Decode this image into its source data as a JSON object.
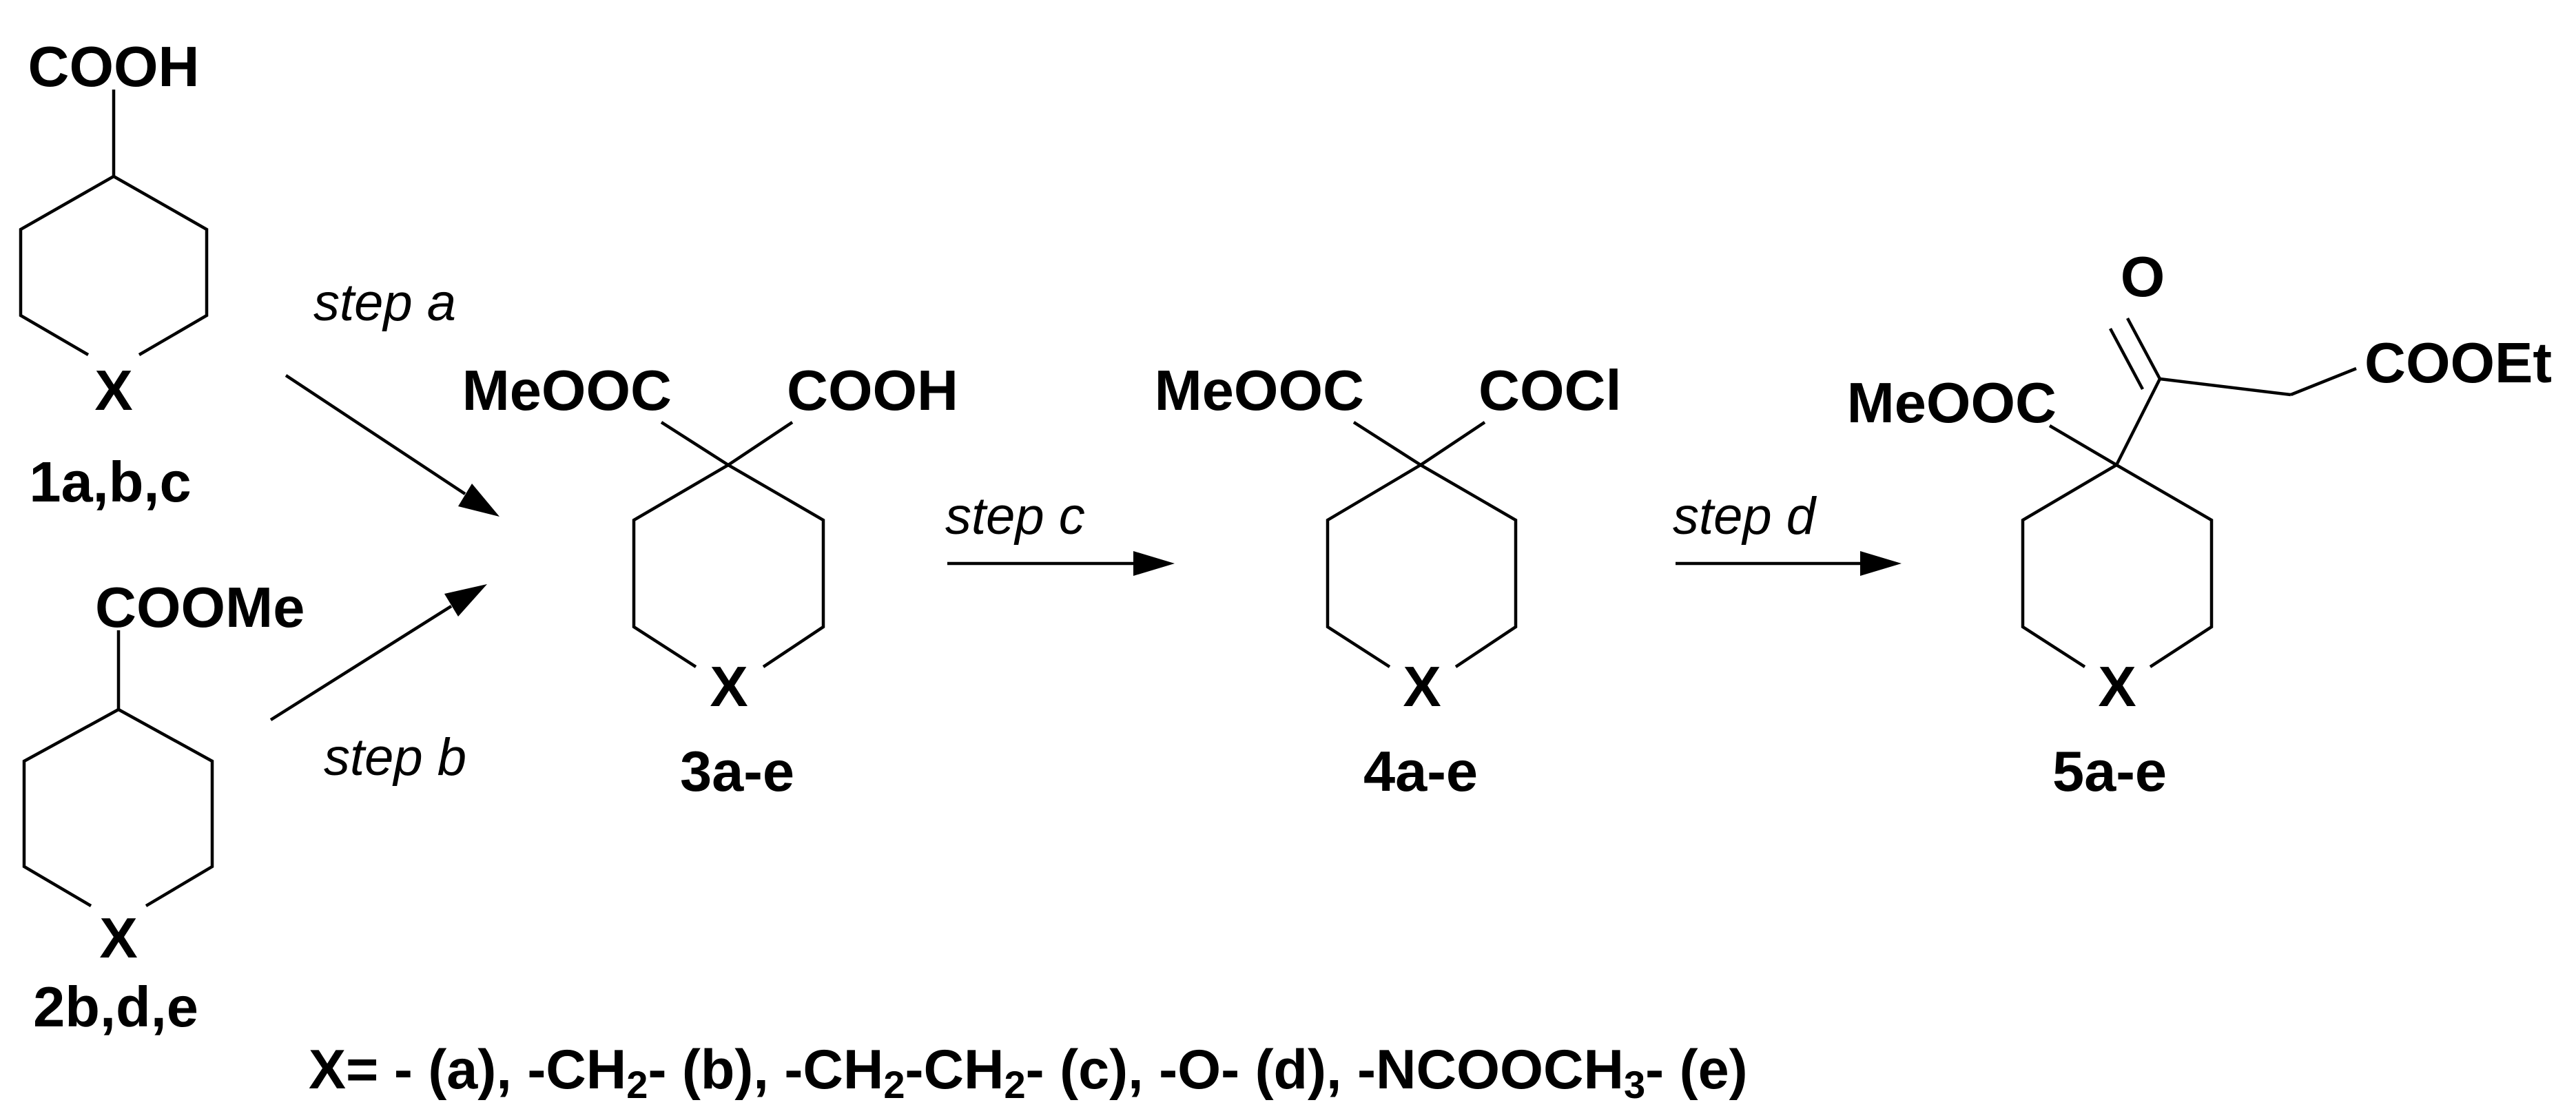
{
  "compounds": {
    "c1": {
      "id": "1a,b,c",
      "top_group": "COOH",
      "ring_atom": "X"
    },
    "c2": {
      "id": "2b,d,e",
      "top_group": "COOMe",
      "ring_atom": "X"
    },
    "c3": {
      "id": "3a-e",
      "left_group": "MeOOC",
      "right_group": "COOH",
      "ring_atom": "X"
    },
    "c4": {
      "id": "4a-e",
      "left_group": "MeOOC",
      "right_group": "COCl",
      "ring_atom": "X"
    },
    "c5": {
      "id": "5a-e",
      "left_group": "MeOOC",
      "ketone_o": "O",
      "ester_group": "COOEt",
      "ring_atom": "X"
    }
  },
  "steps": {
    "a": "step a",
    "b": "step b",
    "c": "step c",
    "d": "step d"
  },
  "legend": {
    "prefix": "X=",
    "p1": " - (a), -CH",
    "p1_sub": "2",
    "p2": "- (b), -CH",
    "p2_sub": "2",
    "p3": "-CH",
    "p3_sub": "2",
    "p4": "- (c), -O- (d), -NCOOCH",
    "p4_sub": "3",
    "p5": "- (e)"
  }
}
